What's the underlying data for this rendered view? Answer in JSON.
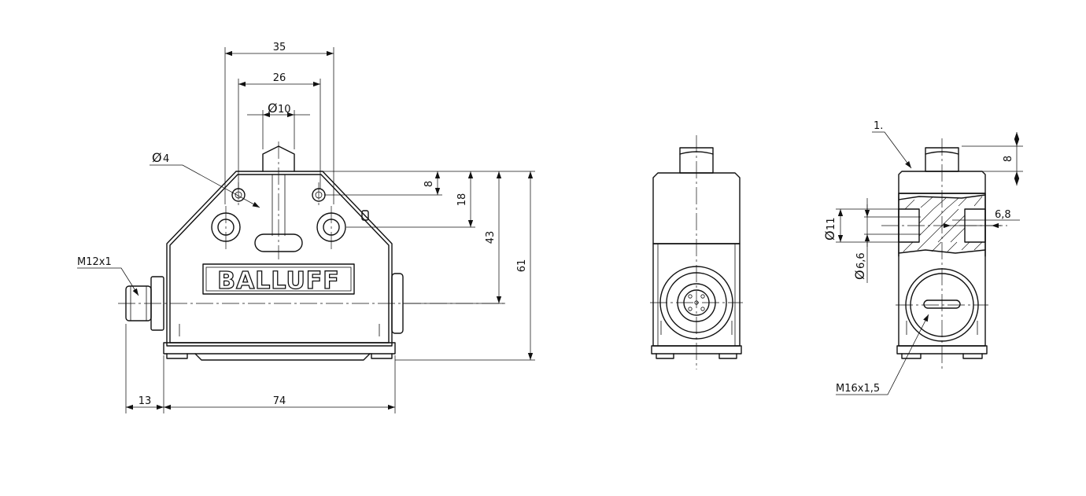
{
  "brand": "BALLUFF",
  "dimensions": {
    "d35": "35",
    "d26": "26",
    "phi10": "10",
    "phi4": "4",
    "d8": "8",
    "d18": "18",
    "d43": "43",
    "d61": "61",
    "d13": "13",
    "d74": "74",
    "phi11": "11",
    "phi6_6": "6,6",
    "d6_8": "6,8",
    "d8_side": "8"
  },
  "labels": {
    "m12": "M12x1",
    "m16": "M16x1,5",
    "ref1": "1."
  },
  "phi_symbol": "Ø"
}
